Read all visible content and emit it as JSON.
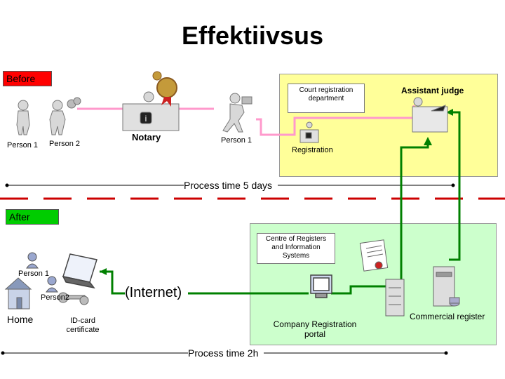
{
  "title": "Effektiivsus",
  "before": {
    "tag": "Before",
    "person1": "Person 1",
    "person2": "Person 2",
    "notary": "Notary",
    "person1_b": "Person 1",
    "registration": "Registration",
    "court_dept": "Court registration department",
    "assistant_judge": "Assistant judge",
    "process_time": "Process time 5 days"
  },
  "after": {
    "tag": "After",
    "person1": "Person 1",
    "person2": "Person2",
    "home": "Home",
    "id_card": "ID-card certificate",
    "internet": "(Internet)",
    "centre": "Centre of Registers and Information Systems",
    "portal": "Company Registration portal",
    "commercial_register": "Commercial register",
    "process_time": "Process time 2h"
  },
  "colors": {
    "before_tag": "#ff0000",
    "after_tag": "#00cc00",
    "court_area": "#ffff99",
    "centre_area": "#ccffcc",
    "pink_line": "#ff99cc",
    "green_line": "#008000",
    "divider": "#cc0000"
  }
}
